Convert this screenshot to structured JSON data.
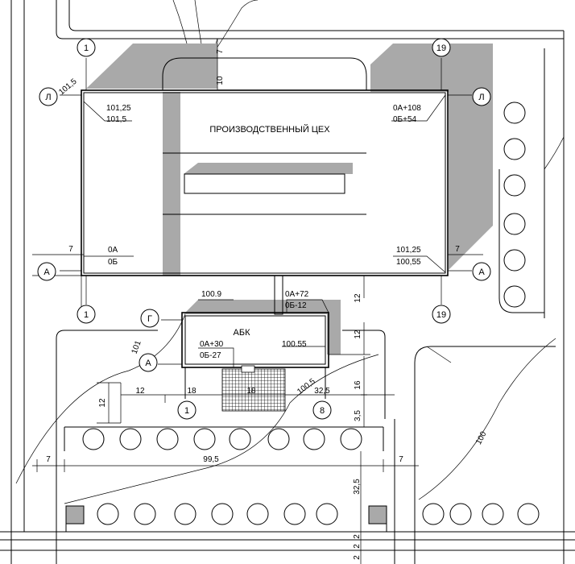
{
  "labels": {
    "workshop": "ПРОИЗВОДСТВЕННЫЙ  ЦЕХ",
    "abk": "АБК"
  },
  "axes": {
    "one": "1",
    "nineteen": "19",
    "l": "Л",
    "a": "А",
    "g": "Г",
    "eight": "8"
  },
  "elevations": {
    "nw_top": "101,25",
    "nw_bottom": "101,5",
    "ne_top": "0А+108",
    "ne_bottom": "0Б+54",
    "sw_top": "0А",
    "sw_bottom": "0Б",
    "se_top": "101,25",
    "se_bottom": "100,55",
    "abk_top_left": "100.9",
    "abk_link_top": "0А+72",
    "abk_link_bottom": "0Б-12",
    "abk_inner_top": "0А+30",
    "abk_inner_bottom": "0Б-27",
    "abk_right": "100.55"
  },
  "dimensions": {
    "d7_top": "7",
    "d10": "10",
    "d101_5": "101,5",
    "d7_left": "7",
    "d7_right": "7",
    "d12_a": "12",
    "d12_b": "12",
    "d16": "16",
    "d3_5": "3,5",
    "d32_5_r": "32,5",
    "d12_left": "12",
    "d12_vert": "12",
    "d18_a": "18",
    "d18_b": "18",
    "d100_5": "100,5",
    "d101": "101",
    "d7_bottom_l": "7",
    "d99_5": "99,5",
    "d7_bottom_r": "7",
    "d32_5_v": "32,5",
    "d2_a": "2",
    "d2_b": "2",
    "d2_c": "2",
    "contour_100": "100"
  },
  "colors": {
    "shade": "#a9a9a9",
    "line": "#000000"
  }
}
